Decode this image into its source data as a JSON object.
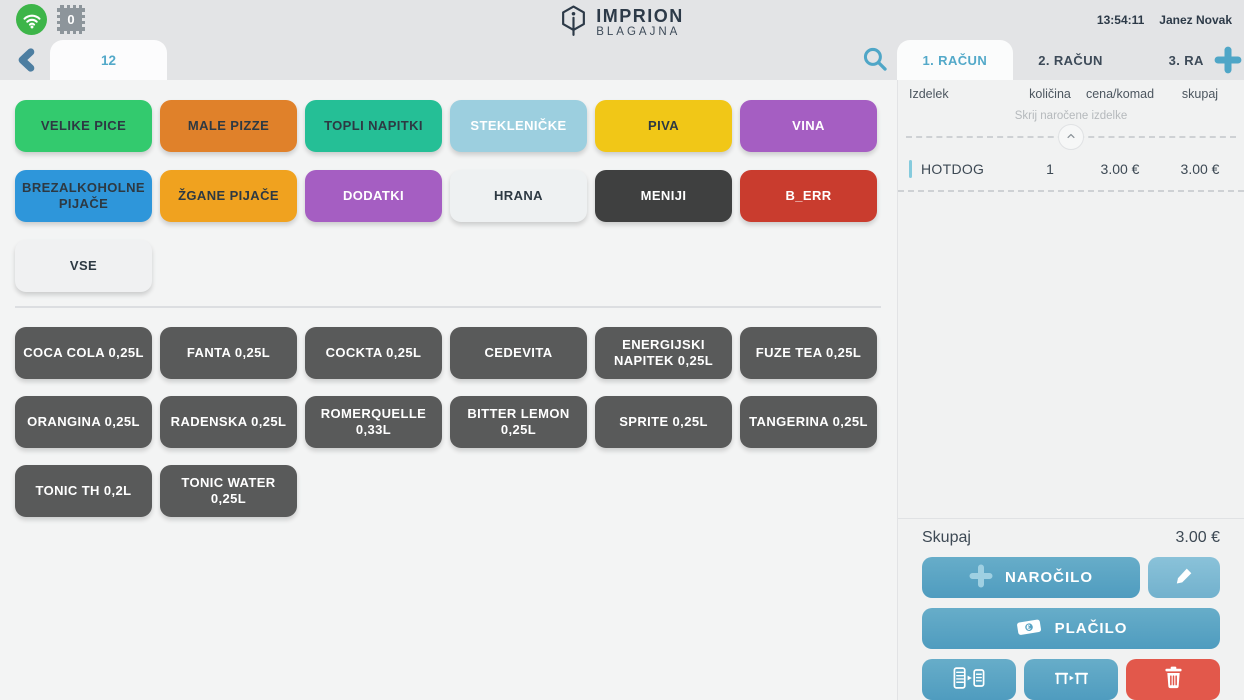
{
  "topbar": {
    "badge_count": "0",
    "brand_name": "IMPRION",
    "brand_sub": "BLAGAJNA",
    "time": "13:54:11",
    "user": "Janez Novak"
  },
  "nav": {
    "page_tab_label": "12"
  },
  "receipt_tabs": [
    {
      "label": "1. RAČUN",
      "state": "active"
    },
    {
      "label": "2. RAČUN",
      "state": ""
    },
    {
      "label": "3. RA",
      "state": ""
    }
  ],
  "categories": [
    {
      "label": "VELIKE PICE",
      "bg": "#33ca6e",
      "fg": "dark"
    },
    {
      "label": "MALE PIZZE",
      "bg": "#e0812a",
      "fg": "dark"
    },
    {
      "label": "TOPLI NAPITKI",
      "bg": "#25bf96",
      "fg": "dark"
    },
    {
      "label": "STEKLENIČKE",
      "bg": "#9ccfdf",
      "fg": "light"
    },
    {
      "label": "PIVA",
      "bg": "#f1c717",
      "fg": "dark"
    },
    {
      "label": "VINA",
      "bg": "#a55ec2",
      "fg": "light"
    },
    {
      "label": "BREZALKOHOLNE PIJAČE",
      "bg": "#2e96da",
      "fg": "dark"
    },
    {
      "label": "ŽGANE PIJAČE",
      "bg": "#f0a21f",
      "fg": "dark"
    },
    {
      "label": "DODATKI",
      "bg": "#a55ec2",
      "fg": "light"
    },
    {
      "label": "HRANA",
      "bg": "#eef1f2",
      "fg": "dark"
    },
    {
      "label": "MENIJI",
      "bg": "#3f4040",
      "fg": "light"
    },
    {
      "label": "B_ERR",
      "bg": "#c93c2e",
      "fg": "light"
    },
    {
      "label": "VSE",
      "bg": "#f0f1f2",
      "fg": "dark"
    }
  ],
  "products": [
    "COCA COLA 0,25L",
    "FANTA 0,25L",
    "COCKTA 0,25L",
    "CEDEVITA",
    "ENERGIJSKI NAPITEK 0,25L",
    "FUZE TEA 0,25L",
    "ORANGINA 0,25L",
    "RADENSKA 0,25L",
    "ROMERQUELLE 0,33L",
    "BITTER LEMON 0,25L",
    "SPRITE 0,25L",
    "TANGERINA 0,25L",
    "TONIC TH 0,2L",
    "TONIC WATER 0,25L"
  ],
  "receipt": {
    "columns": {
      "item": "Izdelek",
      "qty": "količina",
      "unit": "cena/komad",
      "total": "skupaj"
    },
    "hide_ordered": "Skrij naročene izdelke",
    "items": [
      {
        "name": "HOTDOG",
        "qty": "1",
        "unit": "3.00 €",
        "total": "3.00 €"
      }
    ],
    "total_label": "Skupaj",
    "total_value": "3.00 €",
    "order_label": "NAROČILO",
    "pay_label": "PLAČILO"
  },
  "colors": {
    "accent_blue": "#53a9c9",
    "button_blue": "#57a3c4",
    "danger_red": "#e2584b",
    "product_button": "#595a5a",
    "wifi_green": "#3db549"
  }
}
